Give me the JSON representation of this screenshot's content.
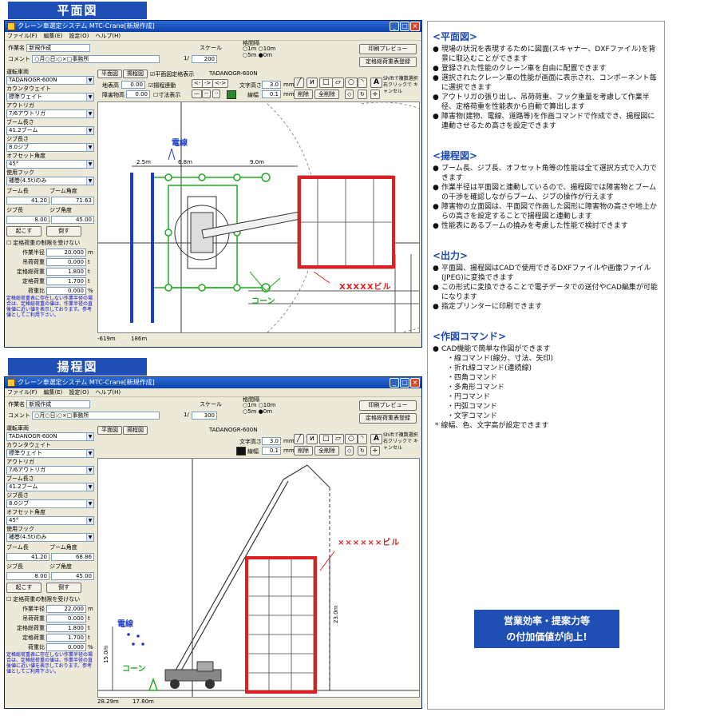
{
  "plan_section": {
    "title": "平面図"
  },
  "lift_section": {
    "title": "揚程図"
  },
  "window": {
    "title": "クレーン車選定システム MTC-Crane[新規作成]",
    "menu": [
      "ファイル(F)",
      "編集(E)",
      "設定(O)",
      "ヘルプ(H)"
    ],
    "job_name_label": "作業名",
    "job_name_value": "新規作成",
    "comment_label": "コメント",
    "comment_value": "○月○日:○×□事務所",
    "scale_label": "スケール",
    "grid_label": "格間隔",
    "grid_options": [
      "1m",
      "10m",
      "5m",
      "0m"
    ],
    "print_preview": "印刷プレビュー",
    "rated_load_register": "定格総荷重表登録"
  },
  "plan_window": {
    "scale_value": "200",
    "tabs": [
      "平面図",
      "揚程図"
    ],
    "rated_load_check": "平面図定格表示",
    "crane_model_display": "TADANOGR-600N",
    "ground_height_label": "地表高",
    "ground_height_value": "0.00",
    "lift_link_label": "揚程連動",
    "obstacle_height_label": "障害物高",
    "obstacle_height_value": "0.00",
    "dim_display_label": "寸法表示",
    "text_height_label": "文字高さ",
    "text_height_value": "3.0",
    "line_width_label": "線幅",
    "line_width_value": "0.1",
    "unit_mm": "mm",
    "delete_btn": "削除",
    "delete_all_btn": "全削除",
    "shift_hint": "Shiftで複数選択 右クリックで キャンセル",
    "status_x": "-619m",
    "status_y": "186m",
    "dim_left": "2.5m",
    "dim_mid": "6.8m",
    "dim_right": "9.0m",
    "label_wire": "電線",
    "label_cone": "コーン",
    "label_building": "XXXXXビル"
  },
  "lift_window": {
    "scale_value": "300",
    "crane_model_display": "TADANOGR-600N",
    "status_x": "28.29m",
    "status_y": "17.80m",
    "label_wire": "電線",
    "label_cone": "コーン",
    "label_building": "××××××ビル",
    "dim_height_left": "15.0m",
    "dim_height_right": "23.0m"
  },
  "left_panel_plan": {
    "model_label": "運転車両",
    "model_value": "TADANOGR-600N",
    "cw_label": "カウンタウェイト",
    "cw_value": "標準ウェイト",
    "outrigger_label": "アウトリガ",
    "outrigger_value": "7/6アウトリガ",
    "boom_len_label": "ブーム長さ",
    "boom_len_value": "41.2ブーム",
    "jib_len_label": "ジブ長さ",
    "jib_len_value": "8.0ジブ",
    "offset_label": "オフセット角度",
    "offset_value": "45°",
    "hook_label": "使用フック",
    "hook_value": "補巻(4.5t)のみ",
    "boom_l_label": "ブーム長",
    "boom_l_value": "41.20",
    "boom_a_label": "ブーム角度",
    "boom_a_value": "71.63",
    "jib_l_label": "ジブ長",
    "jib_l_value": "8.00",
    "jib_a_label": "ジブ角度",
    "jib_a_value": "45.00",
    "raise_btn": "起こす",
    "lower_btn": "倒す",
    "check_label": "定格荷重の制限を受けない",
    "radius_label": "作業半径",
    "radius_value": "20.000",
    "radius_unit": "m",
    "hook_load_label": "吊荷荷重",
    "hook_load_value": "0.000",
    "hook_load_unit": "t",
    "rated_total_label": "定格総荷重",
    "rated_total_value": "1.800",
    "rated_total_unit": "t",
    "rated_load_label": "定格荷重",
    "rated_load_value": "1.700",
    "rated_load_unit": "t",
    "load_ratio_label": "荷重比",
    "load_ratio_value": "0.000",
    "load_ratio_unit": "%",
    "note": "定格総荷重表に存在しない作業半径の場合は、定格総荷重の値は、作業半径の直後値に近い値を表示しております。参考値としてご利用下さい。"
  },
  "left_panel_lift": {
    "boom_a_value": "68.86",
    "jib_a_value": "45.00",
    "radius_value": "22.000",
    "hook_load_value": "0.000",
    "rated_total_value": "1.800",
    "rated_load_value": "1.700",
    "load_ratio_value": "0.000"
  },
  "right_panel": {
    "sec1_title": "<平面図>",
    "sec1_items": [
      "現場の状況を表現するために図面(スキャナー、DXFファイル)を背景に取込むことができます",
      "登録された性能のクレーン車を自由に配置できます",
      "選択されたクレーン車の性能が画面に表示され、コンポーネント毎に選択できます",
      "アウトリガの張り出し、吊荷荷重、フック重量を考慮して作業半径、定格荷重を性能表から自動で算出します",
      "障害物(建物、電線、道路等)を作画コマンドで作成でき、揚程図に連動させるため高さを設定できます"
    ],
    "sec2_title": "<揚程図>",
    "sec2_items": [
      "ブーム長、ジブ長、オフセット角等の性能は全て選択方式で入力できます",
      "作業半径は平面図と連動しているので、揚程図では障害物とブームの干渉を確認しながらブーム、ジブの操作が行えます",
      "障害物の立面図は、平面図で作画した図形に障害物の高さや地上からの高さを設定することで揚程図と連動します",
      "性能表にあるブームの撓みを考慮した性能で検討できます"
    ],
    "sec3_title": "<出力>",
    "sec3_items": [
      "平面図、揚程図はCADで使用できるDXFファイルや画像ファイル(JPEG)に変換できます",
      "この形式に変換できることで電子データでの送付やCAD編集が可能になります",
      "指定プリンターに印刷できます"
    ],
    "sec4_title": "<作図コマンド>",
    "sec4_intro": "CAD機能で簡単な作図ができます",
    "sec4_subs": [
      "・線コマンド(線分、寸法、矢印)",
      "・折れ線コマンド(連続線)",
      "・四角コマンド",
      "・多角形コマンド",
      "・円コマンド",
      "・円弧コマンド",
      "・文字コマンド"
    ],
    "sec4_note": "* 線幅、色、文字高が設定できます",
    "banner_line1": "営業効率・提案力等",
    "banner_line2": "の付加価値が向上!"
  }
}
